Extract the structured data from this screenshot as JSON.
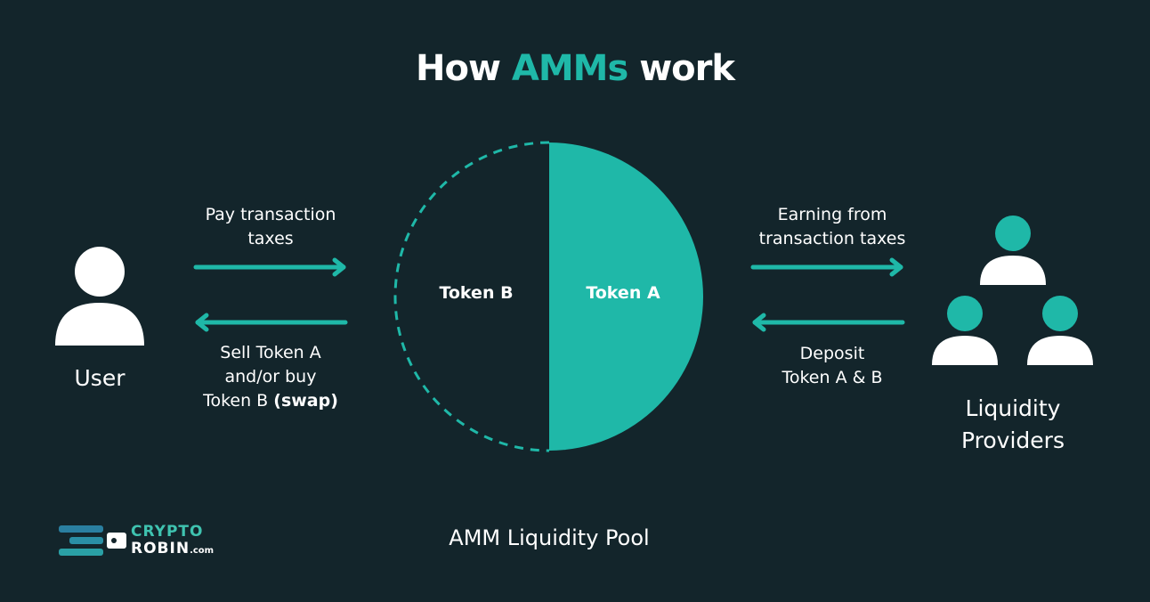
{
  "title": {
    "prefix": "How ",
    "highlight": "AMMs",
    "suffix": " work"
  },
  "user_label": "User",
  "providers_label_line1": "Liquidity",
  "providers_label_line2": "Providers",
  "left_top": {
    "line1": "Pay transaction",
    "line2": "taxes"
  },
  "left_bottom": {
    "line1": "Sell Token A",
    "line2": "and/or buy",
    "line3_prefix": "Token B ",
    "line3_bold": "(swap)"
  },
  "right_top": {
    "line1": "Earning from",
    "line2": "transaction taxes"
  },
  "right_bottom": {
    "line1": "Deposit",
    "line2": "Token A & B"
  },
  "pool": {
    "token_b": "Token B",
    "token_a": "Token A",
    "caption": "AMM Liquidity Pool"
  },
  "logo": {
    "line1": "CRYPTO",
    "line2": "ROBIN",
    "suffix": ".com"
  },
  "colors": {
    "background": "#13252b",
    "accent": "#1fb8a8",
    "text": "#ffffff"
  }
}
